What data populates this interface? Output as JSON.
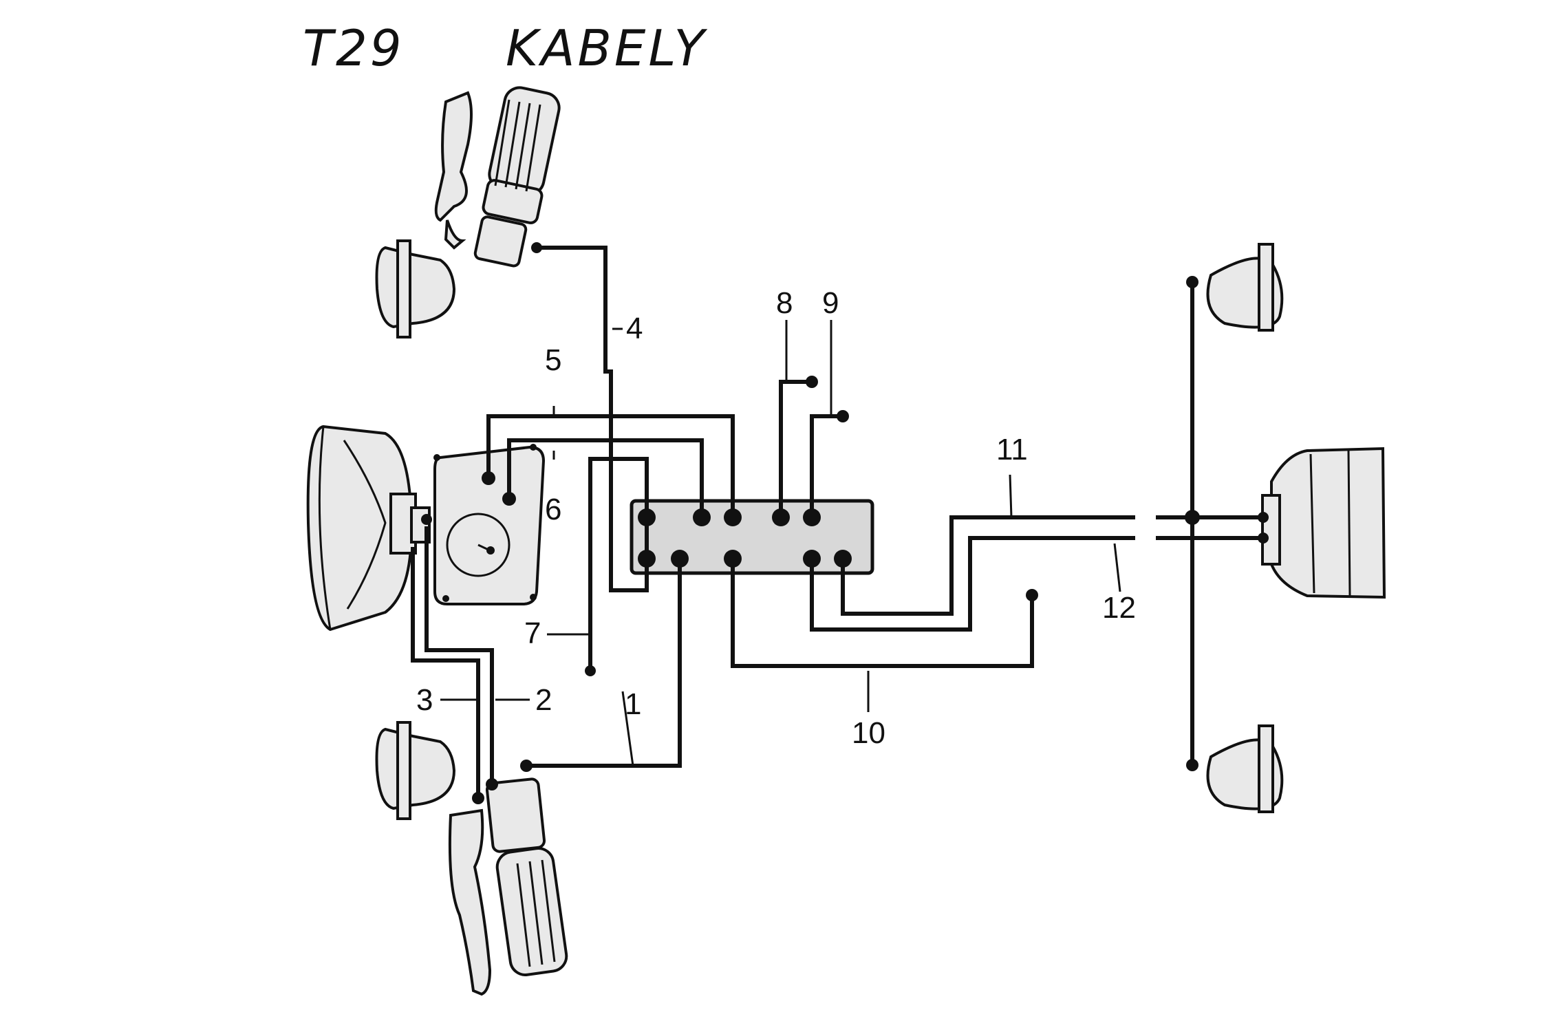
{
  "title": {
    "model": "T29",
    "text": "KABELY"
  },
  "callouts": [
    "1",
    "2",
    "3",
    "4",
    "5",
    "6",
    "7",
    "8",
    "9",
    "10",
    "11",
    "12"
  ],
  "colors": {
    "ink": "#111111",
    "paper": "#ffffff",
    "component_shade": "#e9e9e9"
  }
}
